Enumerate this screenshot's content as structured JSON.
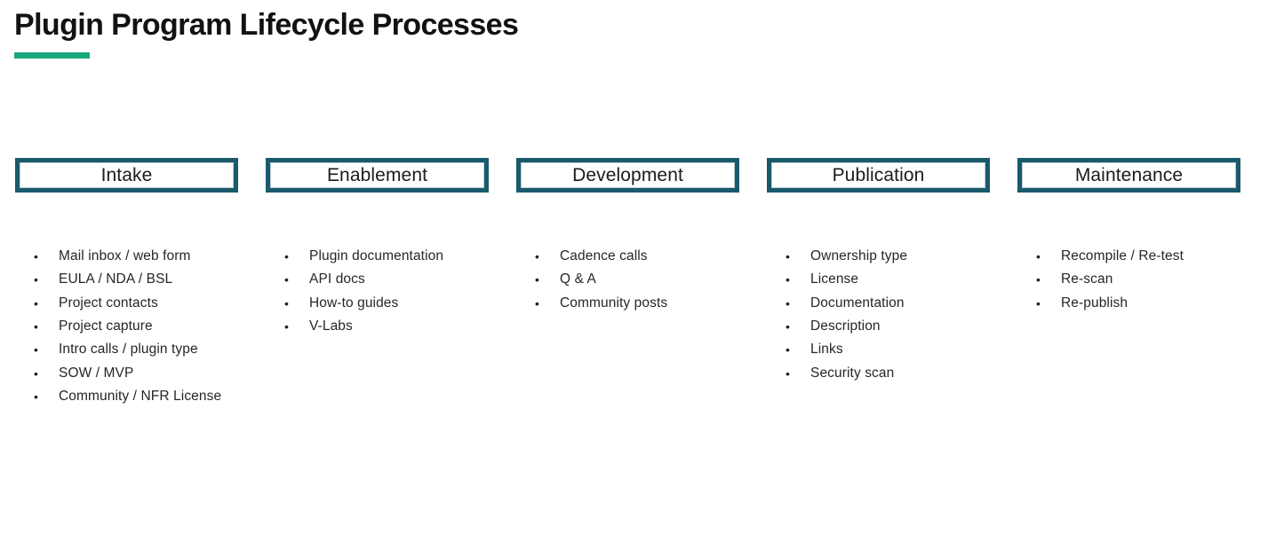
{
  "page": {
    "title": "Plugin Program Lifecycle Processes"
  },
  "colors": {
    "accent_green": "#1AA87E",
    "box_border_teal": "#1B5A6C",
    "title_text": "#121212",
    "body_text": "#262626"
  },
  "icons": {
    "bullet": "•"
  },
  "columns": [
    {
      "header": "Intake",
      "items": [
        "Mail inbox / web form",
        "EULA / NDA / BSL",
        "Project contacts",
        "Project capture",
        "Intro calls / plugin type",
        "SOW / MVP",
        "Community / NFR License"
      ]
    },
    {
      "header": "Enablement",
      "items": [
        "Plugin documentation",
        "API docs",
        "How-to guides",
        "V-Labs"
      ]
    },
    {
      "header": "Development",
      "items": [
        "Cadence calls",
        "Q & A",
        "Community posts"
      ]
    },
    {
      "header": "Publication",
      "items": [
        "Ownership type",
        "License",
        "Documentation",
        "Description",
        "Links",
        "Security scan"
      ]
    },
    {
      "header": "Maintenance",
      "items": [
        "Recompile / Re-test",
        "Re-scan",
        "Re-publish"
      ]
    }
  ]
}
